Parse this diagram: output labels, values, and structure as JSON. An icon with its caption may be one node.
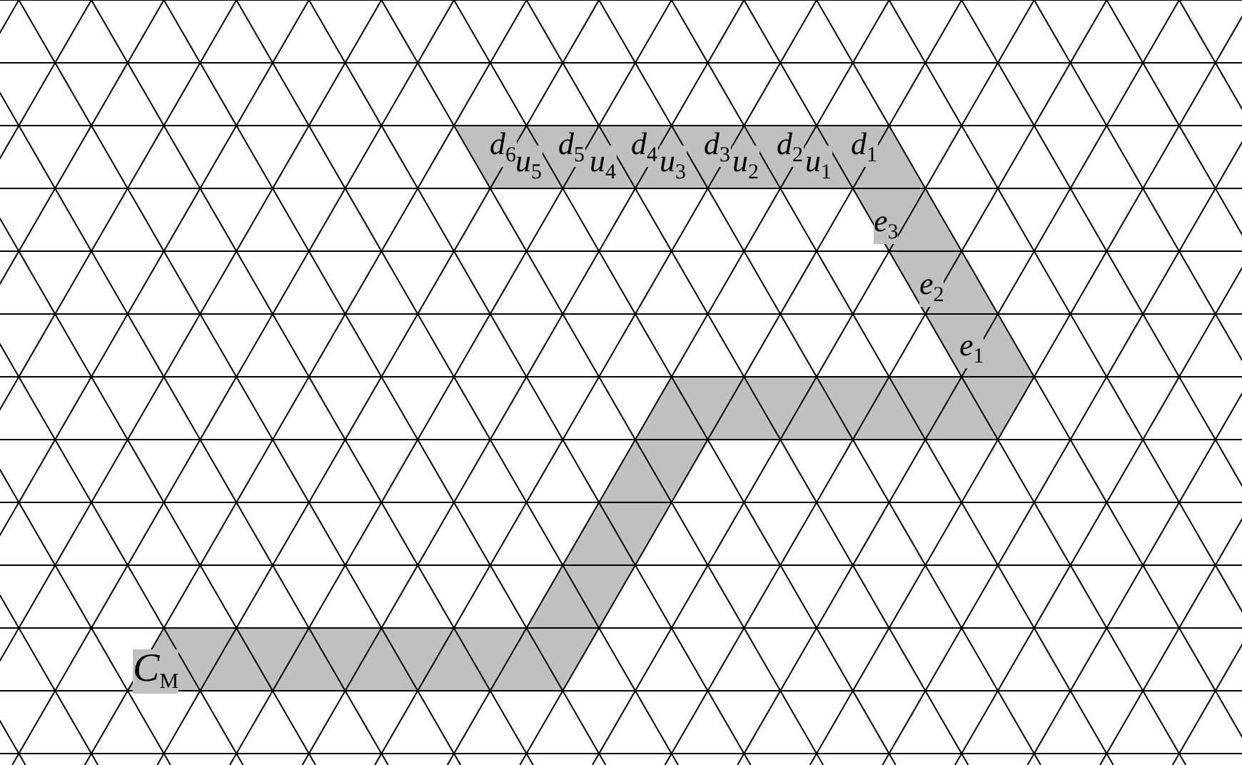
{
  "diagram": {
    "labels": [
      "*d*$_{6}$",
      "*u*$_{5}$",
      "*d*$_{5}$",
      "*u*$_{4}$",
      "*d*$_{4}$",
      "*u*$_{3}$",
      "*d*$_{3}$",
      "*u*$_{2}$",
      "*d*$_{2}$",
      "*u*$_{1}$",
      "*d*$_{1}$",
      "*e*$_{3}$",
      "*e*$_{2}$",
      "*e*$_{1}$",
      "*C*$_{M}$"
    ]
  }
}
